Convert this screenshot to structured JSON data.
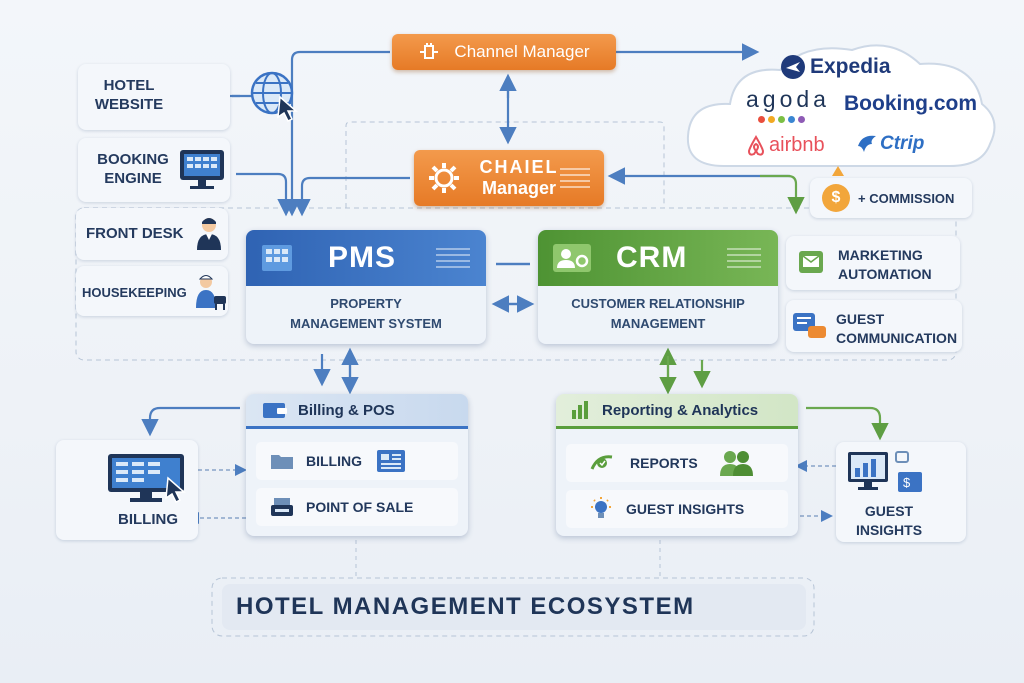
{
  "left_items": [
    "Hotel\nWebsite",
    "Booking\nEngine",
    "Front Desk",
    "Housekeeping"
  ],
  "channel_manager_label": "Channel Manager",
  "central_manager": {
    "line1": "CHAIEL",
    "line2": "Manager"
  },
  "ota": {
    "expedia": "Expedia",
    "agoda": "agoda",
    "booking": "Booking.com",
    "airbnb": "airbnb",
    "ctrip": "Ctrip"
  },
  "commission": {
    "symbol": "$",
    "label": "+ COMMISSION"
  },
  "pms": {
    "title": "PMS",
    "subtitle_1": "Property",
    "subtitle_2": "Management System"
  },
  "crm": {
    "title": "CRM",
    "subtitle_1": "Customer Relationship",
    "subtitle_2": "Management"
  },
  "right_items": {
    "marketing_1": "Marketing",
    "marketing_2": "Automation",
    "guest_1": "Guest",
    "guest_2": "Communication"
  },
  "billing_pos": {
    "title": "Billing & POS",
    "row1": "Billing",
    "row2": "Point of Sale"
  },
  "reporting": {
    "title": "Reporting & Analytics",
    "row1": "Reports",
    "row2": "Guest Insights"
  },
  "billing_left_label": "BILLING",
  "guest_insights_right": {
    "line1": "GUEST",
    "line2": "INSIGHTS"
  },
  "footer_title": "HOTEL MANAGEMENT ECOSYSTEM",
  "colors": {
    "blue": "#3b73c4",
    "green": "#5a9e3c",
    "orange": "#ec8a32",
    "text": "#1f3558"
  }
}
